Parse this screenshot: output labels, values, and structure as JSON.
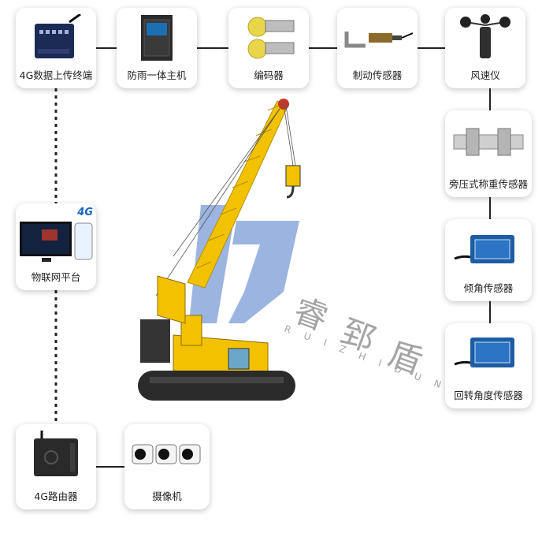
{
  "nodes": {
    "terminal_4g": "4G数据上传终端",
    "rain_host": "防雨一体主机",
    "encoder": "编码器",
    "brake_sensor": "制动传感器",
    "anemometer": "风速仪",
    "weighing_sensor": "旁压式称重传感器",
    "tilt_sensor": "倾角传感器",
    "slew_sensor": "回转角度传感器",
    "iot_platform": "物联网平台",
    "router_4g": "4G路由器",
    "camera": "摄像机"
  },
  "badge_4g": "4G",
  "watermark": {
    "chars": [
      "睿",
      "郅",
      "盾"
    ],
    "pinyin": "R U I Z H I D U N"
  },
  "colors": {
    "crane_yellow": "#f2c200",
    "logo_blue": "#4a78c8",
    "connector": "#222222"
  }
}
